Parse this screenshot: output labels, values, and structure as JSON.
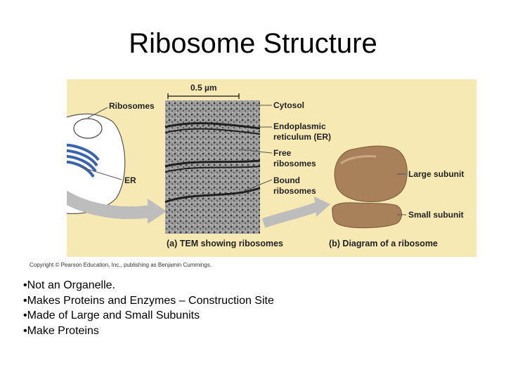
{
  "title": "Ribosome Structure",
  "figure": {
    "scale_bar": "0.5 µm",
    "labels": {
      "ribosomes": "Ribosomes",
      "er": "ER",
      "cytosol": "Cytosol",
      "er_line1": "Endoplasmic",
      "er_line2": "reticulum (ER)",
      "free_line1": "Free",
      "free_line2": "ribosomes",
      "bound_line1": "Bound",
      "bound_line2": "ribosomes",
      "large_subunit": "Large subunit",
      "small_subunit": "Small subunit"
    },
    "caption_a": "(a) TEM showing ribosomes",
    "caption_b": "(b) Diagram of a ribosome"
  },
  "copyright": "Copyright © Pearson Education, Inc., publishing as Benjamin Cummings.",
  "bullets": [
    "•Not an Organelle.",
    "•Makes Proteins and Enzymes – Construction Site",
    "•Made of Large and Small Subunits",
    "•Make Proteins"
  ],
  "colors": {
    "figure_background": "#f7e9b4",
    "ribosome_fill": "#a8805a",
    "er_blue": "#3a64b0"
  }
}
